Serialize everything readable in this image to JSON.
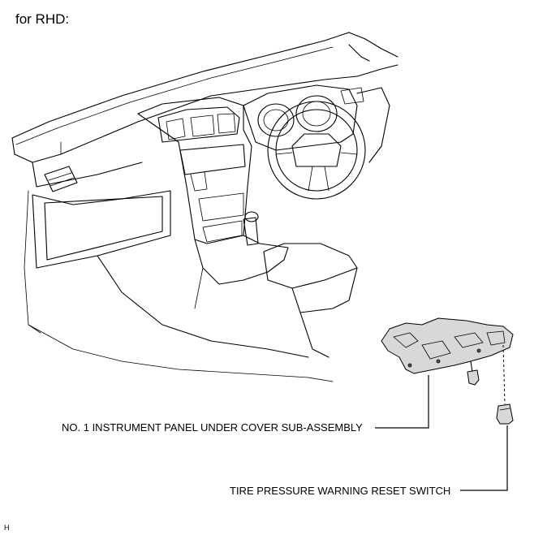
{
  "heading": "for RHD:",
  "labels": {
    "under_cover": "NO. 1 INSTRUMENT PANEL UNDER COVER SUB-ASSEMBLY",
    "reset_switch": "TIRE PRESSURE WARNING RESET SWITCH"
  },
  "corner_mark": "H"
}
